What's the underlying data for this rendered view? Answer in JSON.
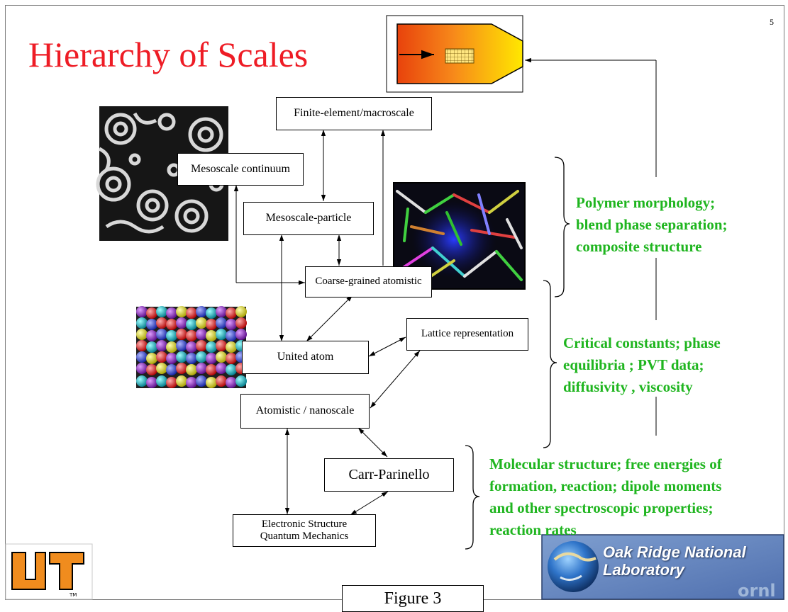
{
  "slide": {
    "title": "Hierarchy of Scales",
    "page_number": "5",
    "figure_caption": "Figure 3"
  },
  "boxes": {
    "finite_element": "Finite-element/macroscale",
    "mesoscale_continuum": "Mesoscale continuum",
    "mesoscale_particle": "Mesoscale-particle",
    "coarse_grained": "Coarse-grained atomistic",
    "united_atom": "United atom",
    "lattice": "Lattice representation",
    "atomistic": "Atomistic / nanoscale",
    "carr_parinello": "Carr-Parinello",
    "electronic_line1": "Electronic Structure",
    "electronic_line2": "Quantum Mechanics"
  },
  "annotations": {
    "polymer": [
      "Polymer morphology;",
      "blend phase separation;",
      "composite structure"
    ],
    "critical": [
      "Critical constants; phase",
      "equilibria ; PVT data;",
      "diffusivity , viscosity"
    ],
    "molecular": [
      "Molecular structure; free energies of",
      "formation, reaction; dipole moments",
      "and other spectroscopic properties;",
      "reaction rates"
    ]
  },
  "logos": {
    "ornl_line1": "Oak Ridge National",
    "ornl_line2": "Laboratory",
    "ornl_watermark": "ornl",
    "ut_logo": "UT",
    "ut_tm": "TM"
  },
  "colors": {
    "title": "#ee1c25",
    "annotation": "#1fb51f"
  }
}
